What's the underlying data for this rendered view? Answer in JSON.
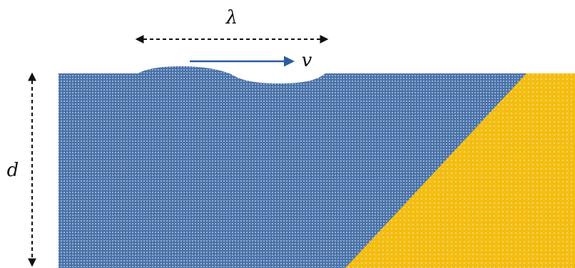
{
  "diagram": {
    "labels": {
      "wavelength": "λ",
      "velocity": "v",
      "depth": "d"
    },
    "colors": {
      "water": "#4a72a8",
      "water_dots": "#c7d8ee",
      "sand": "#f3bd12",
      "sand_dots": "#ffe8a0",
      "arrow_velocity": "#2c5c9e",
      "arrow_dimension": "#111111",
      "background": "#ffffff"
    }
  }
}
